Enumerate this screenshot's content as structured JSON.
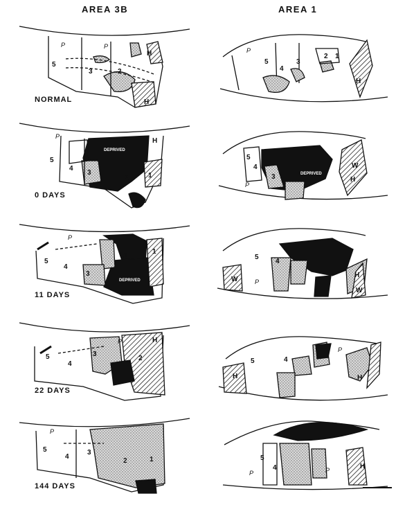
{
  "columns": {
    "left_title": "AREA 3B",
    "right_title": "AREA 1"
  },
  "stages": [
    "NORMAL",
    "0 DAYS",
    "11 DAYS",
    "22 DAYS",
    "144 DAYS"
  ],
  "region_labels": {
    "p": "P",
    "h": "H",
    "w": "W",
    "n1": "1",
    "n2": "2",
    "n3": "3",
    "n4": "4",
    "n5": "5",
    "deprived": "DEPRIVED"
  },
  "pattern_key": {
    "stipple": "grey stipple",
    "hatch": "diagonal hatching",
    "solid": "solid black"
  }
}
